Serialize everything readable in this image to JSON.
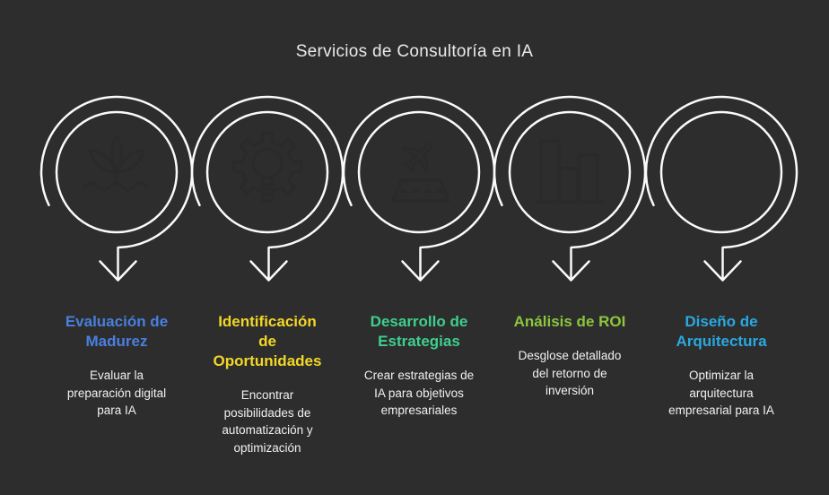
{
  "title": "Servicios de Consultoría en IA",
  "colors": {
    "background": "#2d2d2d",
    "line": "#fafafa",
    "icon_stroke": "#2a2a2a",
    "title_text": "#eaeaea",
    "description_text": "#f1f1f1"
  },
  "steps": [
    {
      "icon": "seedling-water-icon",
      "circle_color": "#4a8cf5",
      "title": "Evaluación de\nMadurez",
      "title_color": "#4a7fde",
      "description": "Evaluar la\npreparación digital\npara IA"
    },
    {
      "icon": "gear-lightbulb-icon",
      "circle_color": "#f5e01e",
      "title": "Identificación\nde\nOportunidades",
      "title_color": "#f2d727",
      "description": "Encontrar\nposibilidades de\nautomatización y\noptimización"
    },
    {
      "icon": "airplane-takeoff-icon",
      "circle_color": "#3fd98c",
      "title": "Desarrollo de\nEstrategias",
      "title_color": "#3ecf8e",
      "description": "Crear estrategias de\nIA para objetivos\nempresariales"
    },
    {
      "icon": "bar-chart-icon",
      "circle_color": "#8ed435",
      "title": "Análisis de ROI",
      "title_color": "#8cc63e",
      "description": "Desglose detallado\ndel retorno de\ninversión"
    },
    {
      "icon": "empty-circle-icon",
      "circle_color": "none",
      "title": "Diseño de\nArquitectura",
      "title_color": "#29a9e1",
      "description": "Optimizar la\narquitectura\nempresarial para IA"
    }
  ]
}
